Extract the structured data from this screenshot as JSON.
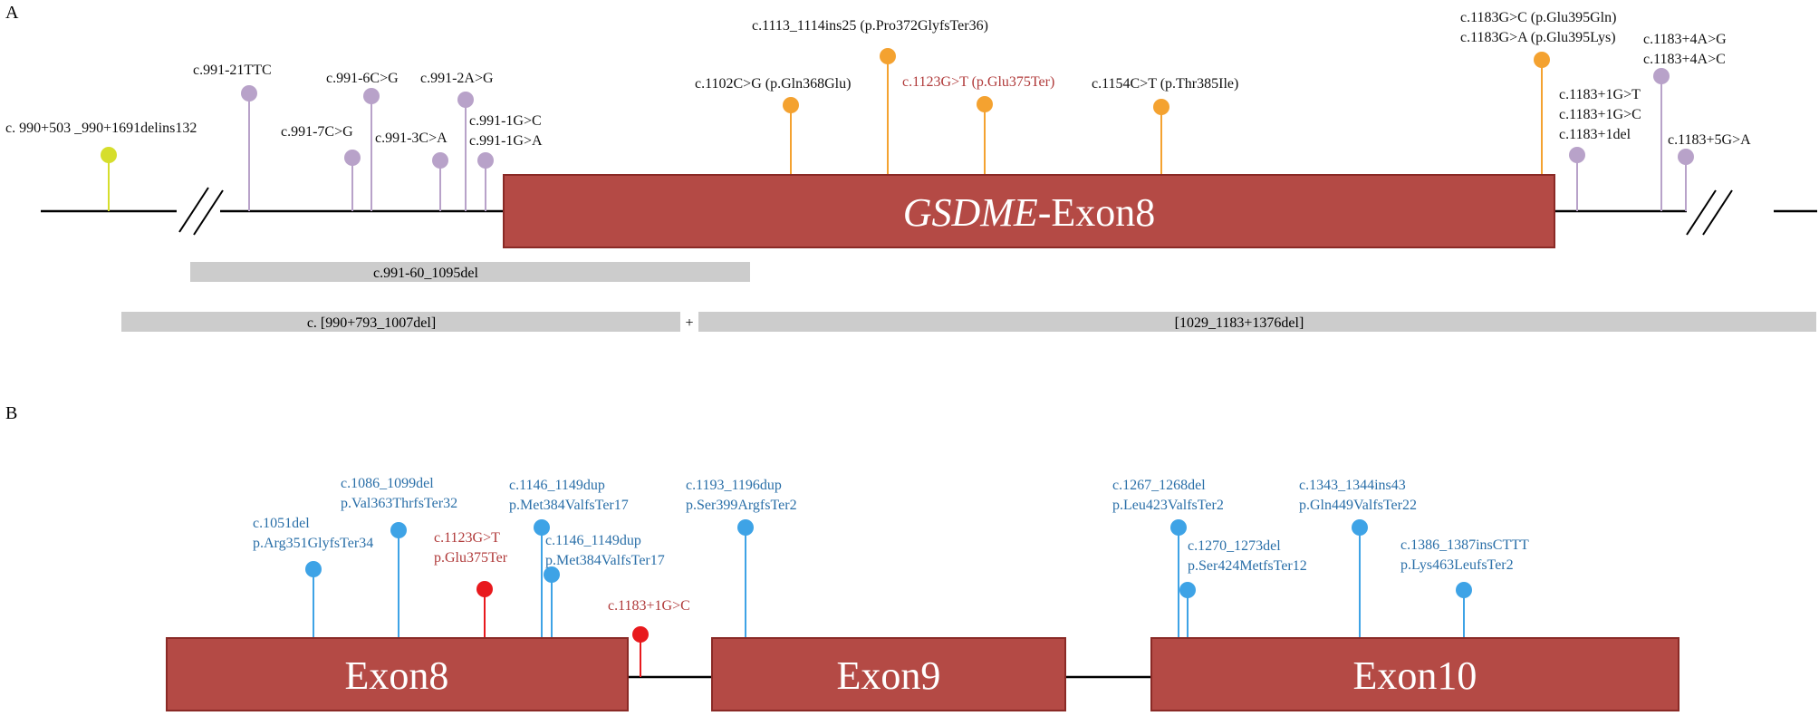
{
  "colors": {
    "exon": "#b44a45",
    "exon_stroke": "#8a2a26",
    "exon_text": "#ffffff",
    "line": "#000000",
    "gray_bar": "#cccccc",
    "lilac": "#b8a2c9",
    "yellow": "#d6de2c",
    "orange": "#f4a230",
    "blue": "#3ea3e6",
    "blue_text": "#2a6fa8",
    "red": "#e8191d",
    "red_text": "#b03a3a",
    "black_text": "#111111"
  },
  "panel_a": {
    "label": "A",
    "exon_italic": "GSDME",
    "exon_rest": "-Exon8",
    "gray_bars": [
      {
        "label": "c.991-60_1095del"
      },
      {
        "label": "c. [990+793_1007del]"
      },
      {
        "label": "[1029_1183+1376del]"
      }
    ],
    "plus": "+",
    "variants": [
      {
        "lines": [
          "c. 990+503 _990+1691delins132"
        ],
        "color": "yellow",
        "text": "black"
      },
      {
        "lines": [
          "c.991-21TTC"
        ],
        "color": "lilac",
        "text": "black"
      },
      {
        "lines": [
          "c.991-7C>G"
        ],
        "color": "lilac",
        "text": "black"
      },
      {
        "lines": [
          "c.991-6C>G"
        ],
        "color": "lilac",
        "text": "black"
      },
      {
        "lines": [
          "c.991-3C>A"
        ],
        "color": "lilac",
        "text": "black"
      },
      {
        "lines": [
          "c.991-2A>G"
        ],
        "color": "lilac",
        "text": "black"
      },
      {
        "lines": [
          "c.991-1G>C",
          "c.991-1G>A"
        ],
        "color": "lilac",
        "text": "black"
      },
      {
        "lines": [
          "c.1102C>G (p.Gln368Glu)"
        ],
        "color": "orange",
        "text": "black"
      },
      {
        "lines": [
          "c.1113_1114ins25 (p.Pro372GlyfsTer36)"
        ],
        "color": "orange",
        "text": "black"
      },
      {
        "lines": [
          "c.1123G>T (p.Glu375Ter)"
        ],
        "color": "orange",
        "text": "red"
      },
      {
        "lines": [
          "c.1154C>T (p.Thr385Ile)"
        ],
        "color": "orange",
        "text": "black"
      },
      {
        "lines": [
          "c.1183G>C (p.Glu395Gln)",
          "c.1183G>A (p.Glu395Lys)"
        ],
        "color": "orange",
        "text": "black"
      },
      {
        "lines": [
          "c.1183+1G>T",
          "c.1183+1G>C",
          "c.1183+1del"
        ],
        "color": "lilac",
        "text": "black"
      },
      {
        "lines": [
          "c.1183+4A>G",
          "c.1183+4A>C"
        ],
        "color": "lilac",
        "text": "black"
      },
      {
        "lines": [
          "c.1183+5G>A"
        ],
        "color": "lilac",
        "text": "black"
      }
    ]
  },
  "panel_b": {
    "label": "B",
    "exons": [
      "Exon8",
      "Exon9",
      "Exon10"
    ],
    "variants": [
      {
        "lines": [
          "c.1051del",
          "p.Arg351GlyfsTer34"
        ],
        "color": "blue",
        "text": "blue"
      },
      {
        "lines": [
          "c.1086_1099del",
          "p.Val363ThrfsTer32"
        ],
        "color": "blue",
        "text": "blue"
      },
      {
        "lines": [
          "c.1123G>T",
          "p.Glu375Ter"
        ],
        "color": "red",
        "text": "red"
      },
      {
        "lines": [
          "c.1146_1149dup",
          "p.Met384ValfsTer17"
        ],
        "color": "blue",
        "text": "blue"
      },
      {
        "lines": [
          "c.1146_1149dup",
          "p.Met384ValfsTer17"
        ],
        "color": "blue",
        "text": "blue"
      },
      {
        "lines": [
          "c.1183+1G>C"
        ],
        "color": "red",
        "text": "red"
      },
      {
        "lines": [
          "c.1193_1196dup",
          "p.Ser399ArgfsTer2"
        ],
        "color": "blue",
        "text": "blue"
      },
      {
        "lines": [
          "c.1267_1268del",
          "p.Leu423ValfsTer2"
        ],
        "color": "blue",
        "text": "blue"
      },
      {
        "lines": [
          "c.1270_1273del",
          "p.Ser424MetfsTer12"
        ],
        "color": "blue",
        "text": "blue"
      },
      {
        "lines": [
          "c.1343_1344ins43",
          "p.Gln449ValfsTer22"
        ],
        "color": "blue",
        "text": "blue"
      },
      {
        "lines": [
          "c.1386_1387insCTTT",
          "p.Lys463LeufsTer2"
        ],
        "color": "blue",
        "text": "blue"
      }
    ]
  }
}
